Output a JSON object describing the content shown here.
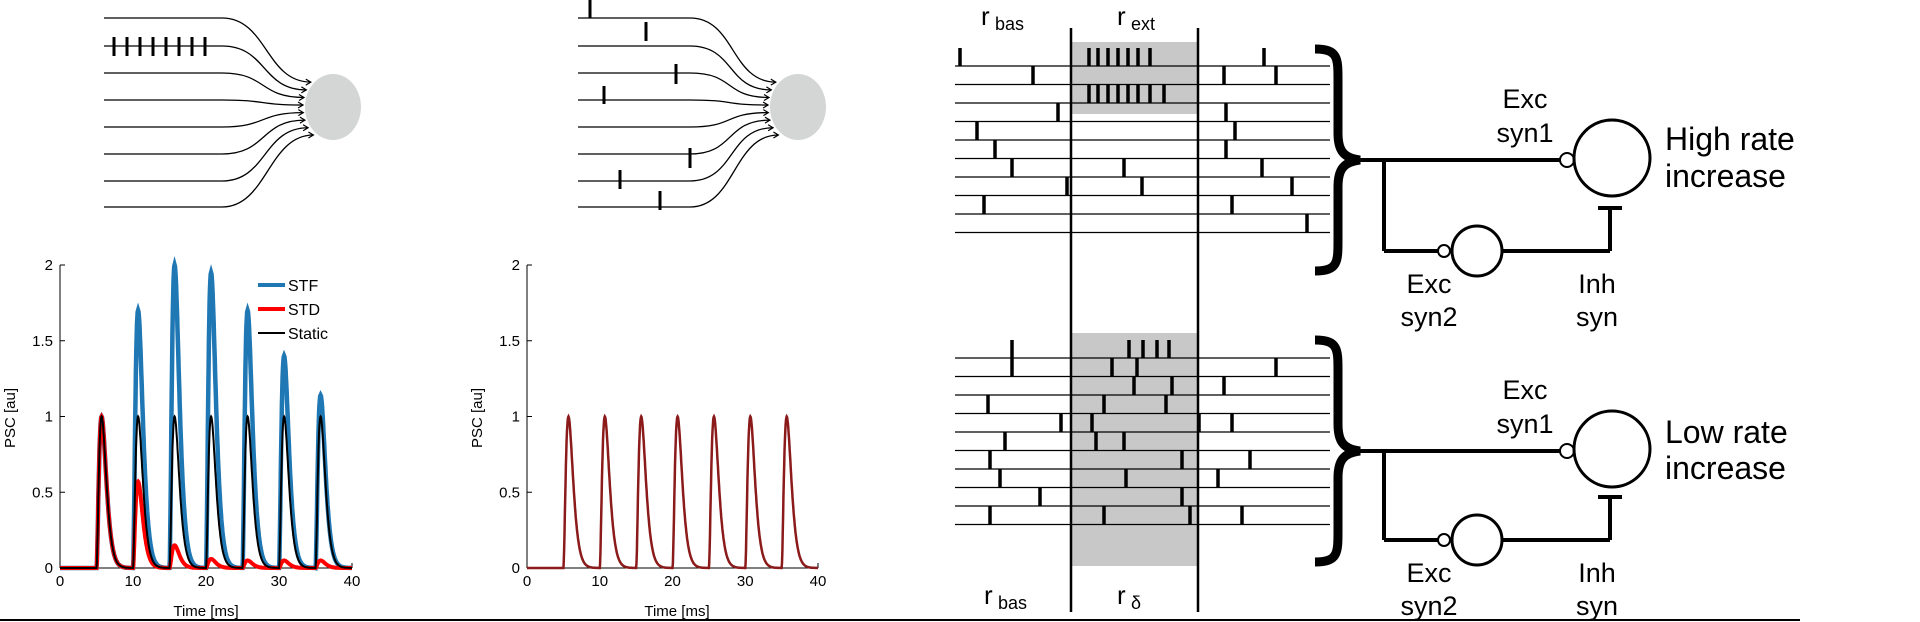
{
  "colors": {
    "stf": "#1f77b4",
    "std": "#ff0000",
    "static": "#000000",
    "mixed": "#8b1a1a",
    "soma": "#d4d6d6",
    "shade": "#c8c8c8"
  },
  "rate_labels": {
    "r_bas_top": {
      "base": "r",
      "sub": "bas"
    },
    "r_ext": {
      "base": "r",
      "sub": "ext"
    },
    "r_bas_bottom": {
      "base": "r",
      "sub": "bas"
    },
    "r_delta": {
      "base": "r",
      "sub": "δ"
    }
  },
  "circuit_top": {
    "exc_syn1": [
      "Exc",
      "syn1"
    ],
    "exc_syn2": [
      "Exc",
      "syn2"
    ],
    "inh_syn": [
      "Inh",
      "syn"
    ],
    "outcome": [
      "High rate",
      "increase"
    ]
  },
  "circuit_bottom": {
    "exc_syn1": [
      "Exc",
      "syn1"
    ],
    "exc_syn2": [
      "Exc",
      "syn2"
    ],
    "inh_syn": [
      "Inh",
      "syn"
    ],
    "outcome": [
      "Low rate",
      "increase"
    ]
  },
  "chart_data": [
    {
      "type": "line",
      "xlabel": "Time [ms]",
      "ylabel": "PSC [au]",
      "xlim": [
        0,
        40
      ],
      "ylim": [
        0,
        2
      ],
      "xticks": [
        0,
        10,
        20,
        30,
        40
      ],
      "yticks": [
        0,
        0.5,
        1,
        1.5,
        2
      ],
      "ytick_labels": [
        "0",
        "0.5",
        "1",
        "1.5",
        "2"
      ],
      "legend": [
        "STF",
        "STD",
        "Static"
      ],
      "legend_position": "top-right",
      "spike_times": [
        5,
        10,
        15,
        20,
        25,
        30,
        35
      ],
      "series": [
        {
          "name": "STF",
          "peaks": [
            1.0,
            1.7,
            2.0,
            1.95,
            1.7,
            1.4,
            1.14
          ]
        },
        {
          "name": "STD",
          "peaks": [
            1.0,
            0.57,
            0.15,
            0.06,
            0.05,
            0.05,
            0.05
          ]
        },
        {
          "name": "Static",
          "peaks": [
            1.0,
            1.0,
            1.0,
            1.0,
            1.0,
            1.0,
            1.0
          ]
        }
      ]
    },
    {
      "type": "line",
      "xlabel": "Time [ms]",
      "ylabel": "PSC [au]",
      "xlim": [
        0,
        40
      ],
      "ylim": [
        0,
        2
      ],
      "xticks": [
        0,
        10,
        20,
        30,
        40
      ],
      "yticks": [
        0,
        0.5,
        1,
        1.5,
        2
      ],
      "ytick_labels": [
        "0",
        "0.5",
        "1",
        "1.5",
        "2"
      ],
      "spike_times": [
        5,
        10,
        15,
        20,
        25,
        30,
        35
      ],
      "series": [
        {
          "peaks": [
            1.0,
            1.0,
            1.0,
            1.0,
            1.0,
            1.0,
            1.0
          ]
        }
      ]
    }
  ]
}
